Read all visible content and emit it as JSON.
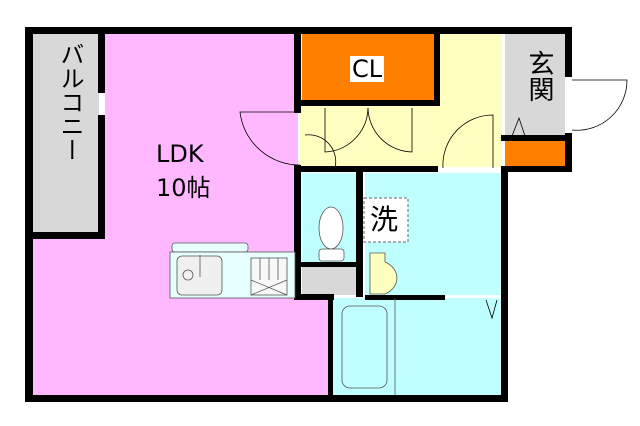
{
  "rooms": {
    "balcony": {
      "label": "バルコニー"
    },
    "ldk": {
      "label": "LDK",
      "size": "10帖"
    },
    "closet": {
      "label": "CL"
    },
    "entrance": {
      "label": "玄関"
    },
    "washroom": {
      "label": "洗"
    }
  },
  "colors": {
    "ldk": "#ffb8ff",
    "closet": "#ff8000",
    "hall": "#ffffc0",
    "wet": "#c0ffff",
    "gray": "#d8d8d8",
    "wall": "#000000"
  }
}
